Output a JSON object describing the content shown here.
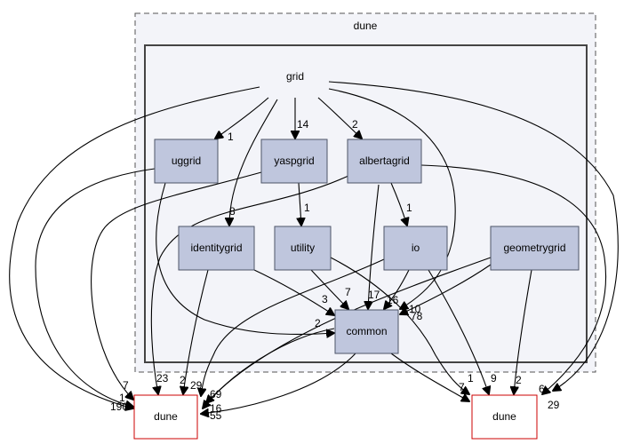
{
  "outer_cluster": {
    "label": "dune"
  },
  "inner_cluster": {
    "label": "grid"
  },
  "nodes": {
    "uggrid": "uggrid",
    "yaspgrid": "yaspgrid",
    "albertagrid": "albertagrid",
    "identitygrid": "identitygrid",
    "utility": "utility",
    "io": "io",
    "geometrygrid": "geometrygrid",
    "common": "common",
    "dune_left": "dune",
    "dune_right": "dune"
  },
  "edge_labels": {
    "grid_uggrid": "1",
    "grid_yaspgrid": "14",
    "grid_albertagrid": "2",
    "grid_identitygrid": "8",
    "yaspgrid_utility": "1",
    "albertagrid_io": "1",
    "to_common_3": "3",
    "to_common_7": "7",
    "to_common_17": "17",
    "to_common_16": "16",
    "to_common_2": "2",
    "to_common_10": "10",
    "to_common_78": "78",
    "dl_7": "7",
    "dl_1": "1",
    "dl_190": "190",
    "dl_23": "23",
    "dl_2": "2",
    "dl_29": "29",
    "dl_69": "69",
    "dl_16": "16",
    "dl_55": "55",
    "dr_7": "7",
    "dr_1": "1",
    "dr_9": "9",
    "dr_2": "2",
    "dr_6": "6",
    "dr_29": "29"
  }
}
